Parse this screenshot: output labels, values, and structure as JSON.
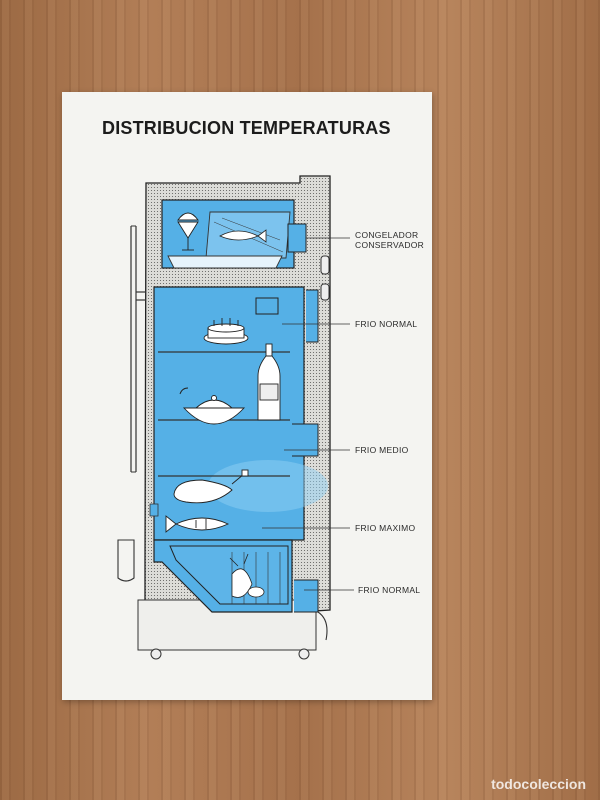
{
  "card": {
    "title": "DISTRIBUCION TEMPERATURAS"
  },
  "zones": [
    {
      "id": "congelador",
      "lines": [
        "CONGELADOR",
        "CONSERVADOR"
      ]
    },
    {
      "id": "frio-normal-top",
      "lines": [
        "FRIO NORMAL"
      ]
    },
    {
      "id": "frio-medio",
      "lines": [
        "FRIO MEDIO"
      ]
    },
    {
      "id": "frio-maximo",
      "lines": [
        "FRIO MAXIMO"
      ]
    },
    {
      "id": "frio-normal-bottom",
      "lines": [
        "FRIO NORMAL"
      ]
    }
  ],
  "watermark": {
    "text": "todocoleccion"
  },
  "colors": {
    "interior_blue": "#55b0e6",
    "insulation": "#d8d8d4",
    "outline": "#222222",
    "card": "#f4f4f1"
  },
  "icons": [
    "ice-cream-icon",
    "fish-icon",
    "cake-icon",
    "bottle-icon",
    "soup-tureen-icon",
    "ham-icon",
    "vegetables-icon"
  ]
}
